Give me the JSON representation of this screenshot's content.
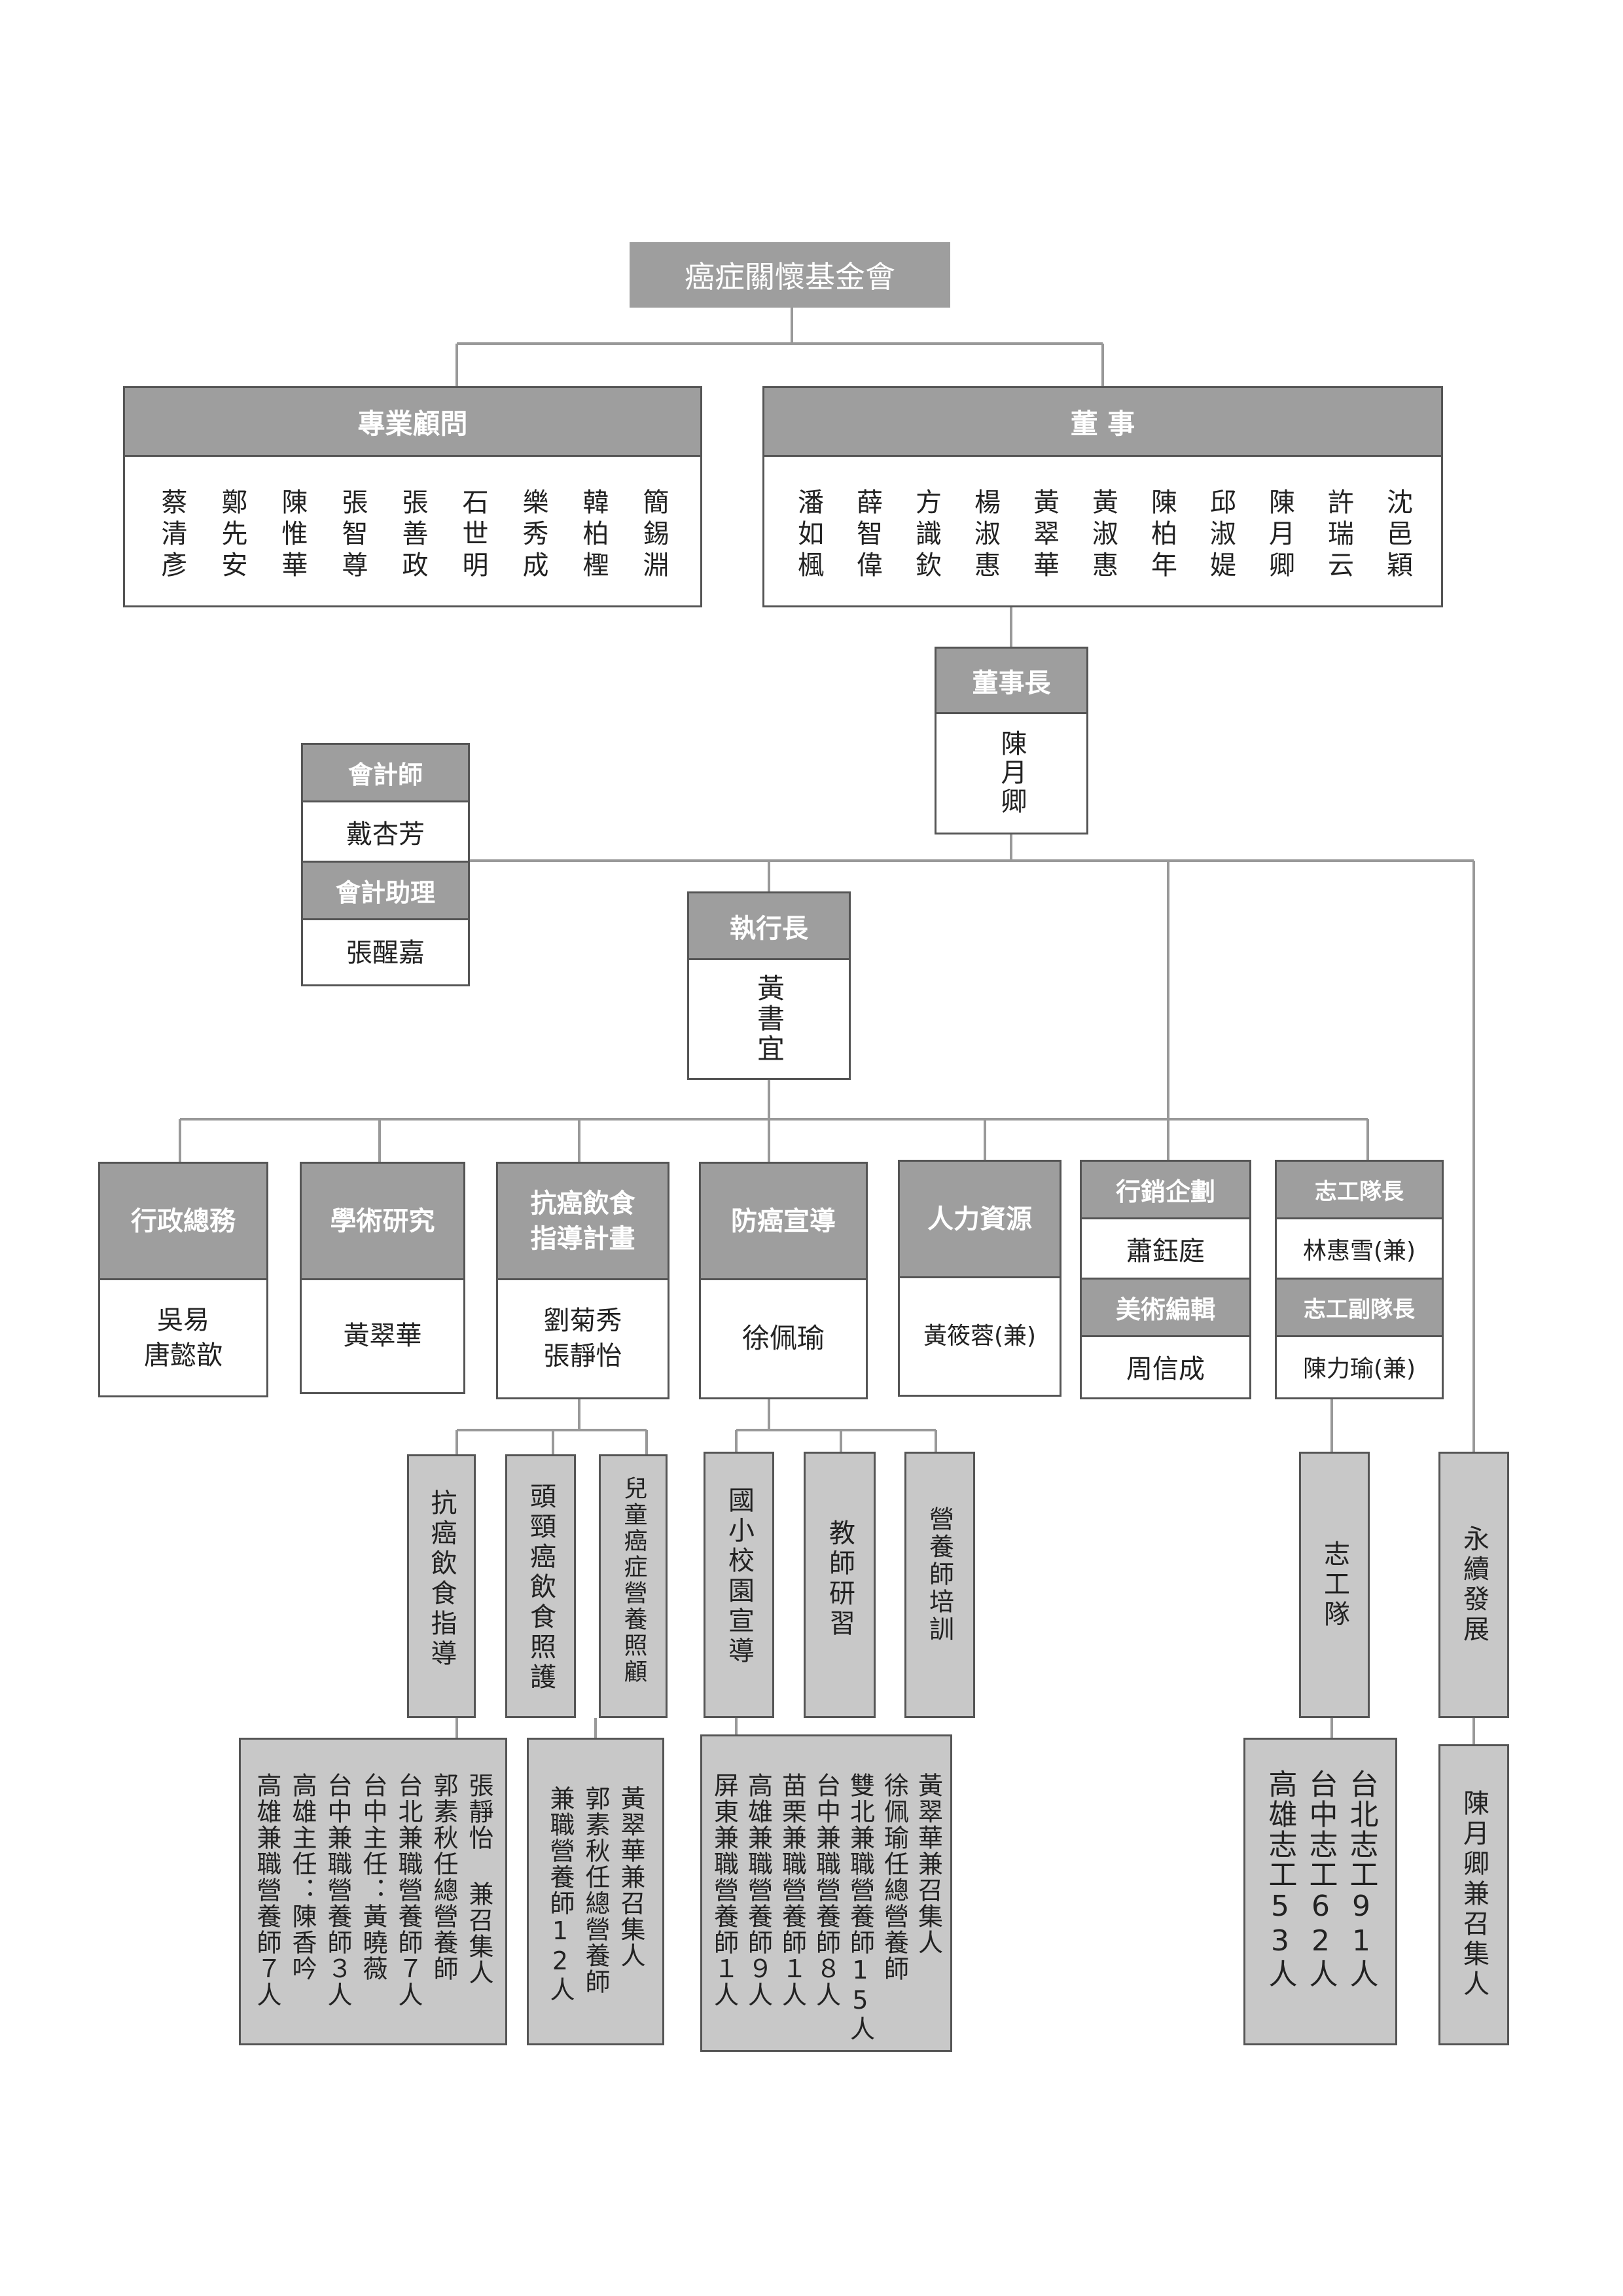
{
  "org": {
    "title": "癌症關懷基金會",
    "advisors": {
      "title": "專業顧問",
      "names": [
        "蔡清彥",
        "鄭先安",
        "陳惟華",
        "張智尊",
        "張善政",
        "石世明",
        "樂秀成",
        "韓柏檉",
        "簡錫淵"
      ]
    },
    "directors": {
      "title": "董 事",
      "names": [
        "潘如楓",
        "薛智偉",
        "方識欽",
        "楊淑惠",
        "黃翠華",
        "黃淑惠",
        "陳柏年",
        "邱淑媞",
        "陳月卿",
        "許瑞云",
        "沈邑穎"
      ]
    },
    "chair": {
      "title": "董事長",
      "name": "陳月卿"
    },
    "accountant": {
      "title": "會計師",
      "name": "戴杏芳"
    },
    "accountant_assistant": {
      "title": "會計助理",
      "name": "張醒嘉"
    },
    "ceo": {
      "title": "執行長",
      "name": "黃書宜"
    },
    "departments": [
      {
        "title": "行政總務",
        "people": "吳易\n唐懿歆"
      },
      {
        "title": "學術研究",
        "people": "黃翠華"
      },
      {
        "title": "抗癌飲食\n指導計畫",
        "people": "劉菊秀\n張靜怡"
      },
      {
        "title": "防癌宣導",
        "people": "徐佩瑜"
      },
      {
        "title": "人力資源",
        "people": "黃筱蓉(兼)"
      }
    ],
    "marketing": {
      "title": "行銷企劃",
      "name": "蕭鈺庭",
      "sub_title": "美術編輯",
      "sub_name": "周信成"
    },
    "volunteer_leaders": {
      "title": "志工隊長",
      "name": "林惠雪(兼)",
      "sub_title": "志工副隊長",
      "sub_name": "陳力瑜(兼)"
    },
    "diet_programs": [
      "抗癌飲食指導",
      "頭頸癌飲食照護",
      "兒童癌症營養照顧"
    ],
    "promo_programs": [
      "國小校園宣導",
      "教師研習",
      "營養師培訓"
    ],
    "volunteer_team": "志工隊",
    "sustainability": "永續發展",
    "diet_staff": [
      "張靜怡 兼召集人",
      "郭素秋任總營養師",
      "台北兼職營養師７人",
      "台中主任：黃曉薇",
      "台中兼職營養師３人",
      "高雄主任：陳香吟",
      "高雄兼職營養師７人"
    ],
    "head_neck_staff": [
      "黃翠華兼召集人",
      "郭素秋任總營養師",
      "兼職營養師12人"
    ],
    "promo_staff": [
      "黃翠華兼召集人",
      "徐佩瑜任總營養師",
      "雙北兼職營養師15人",
      "台中兼職營養師８人",
      "苗栗兼職營養師１人",
      "高雄兼職營養師９人",
      "屏東兼職營養師１人"
    ],
    "volunteer_staff": [
      "台北志工91人",
      "台中志工62人",
      "高雄志工53人"
    ],
    "sustainability_staff": "陳月卿兼召集人"
  }
}
